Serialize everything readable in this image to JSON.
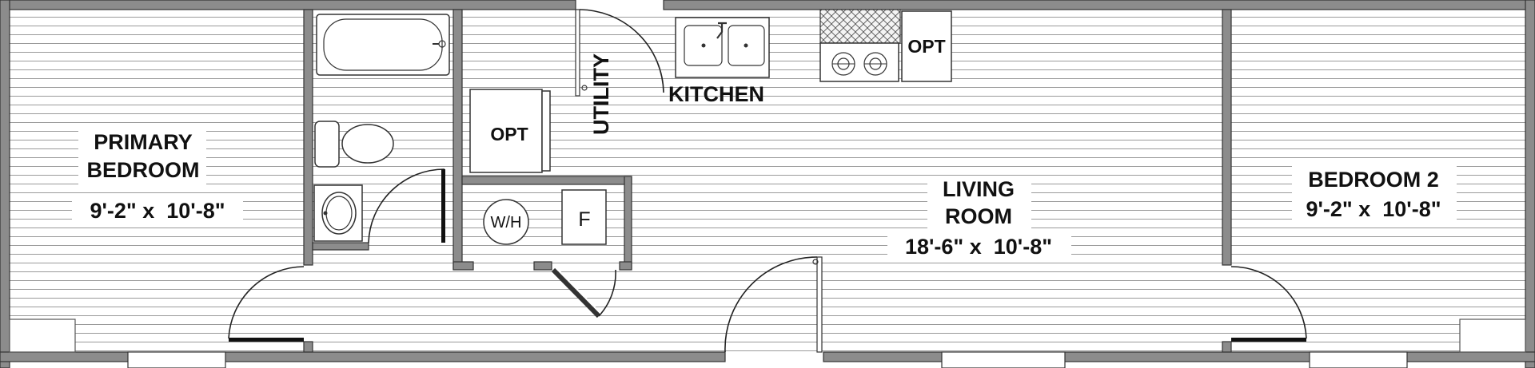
{
  "rooms": {
    "primary_bedroom": {
      "line1": "PRIMARY",
      "line2": "BEDROOM",
      "dims": "9'-2\" x  10'-8\""
    },
    "living_room": {
      "line1": "LIVING",
      "line2": "ROOM",
      "dims": "18'-6\" x  10'-8\""
    },
    "bedroom_2": {
      "name": "BEDROOM 2",
      "dims": "9'-2\" x  10'-8\""
    },
    "kitchen": {
      "name": "KITCHEN"
    },
    "utility": {
      "name": "UTILITY"
    }
  },
  "fixtures": {
    "opt_kitchen": "OPT",
    "opt_utility": "OPT",
    "water_heater": "W/H",
    "furnace": "F"
  }
}
